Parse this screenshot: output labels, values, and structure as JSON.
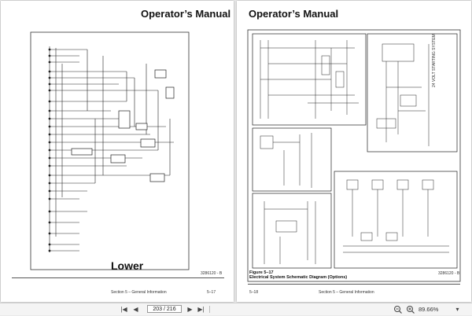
{
  "left_page": {
    "header": "Operator’s Manual",
    "diagram_label": "Lower",
    "part_number": "3286120 - B",
    "footer_section": "Section 5 – General Information",
    "footer_page": "5–17"
  },
  "right_page": {
    "header": "Operator’s Manual",
    "figure_number": "Figure 5–17",
    "figure_caption": "Electrical System Schematic Diagram (Options)",
    "part_number": "3286120 - B",
    "footer_page": "5–18",
    "footer_section": "Section 5 – General Information",
    "rotated_label": "24 VOLT STARTING SYSTEM"
  },
  "toolbar": {
    "first_label": "|◀",
    "prev_label": "◀",
    "page_value": "203 / 216",
    "next_label": "▶",
    "last_label": "▶|",
    "zoom_value": "89.66%",
    "zoom_menu_label": "▾"
  }
}
